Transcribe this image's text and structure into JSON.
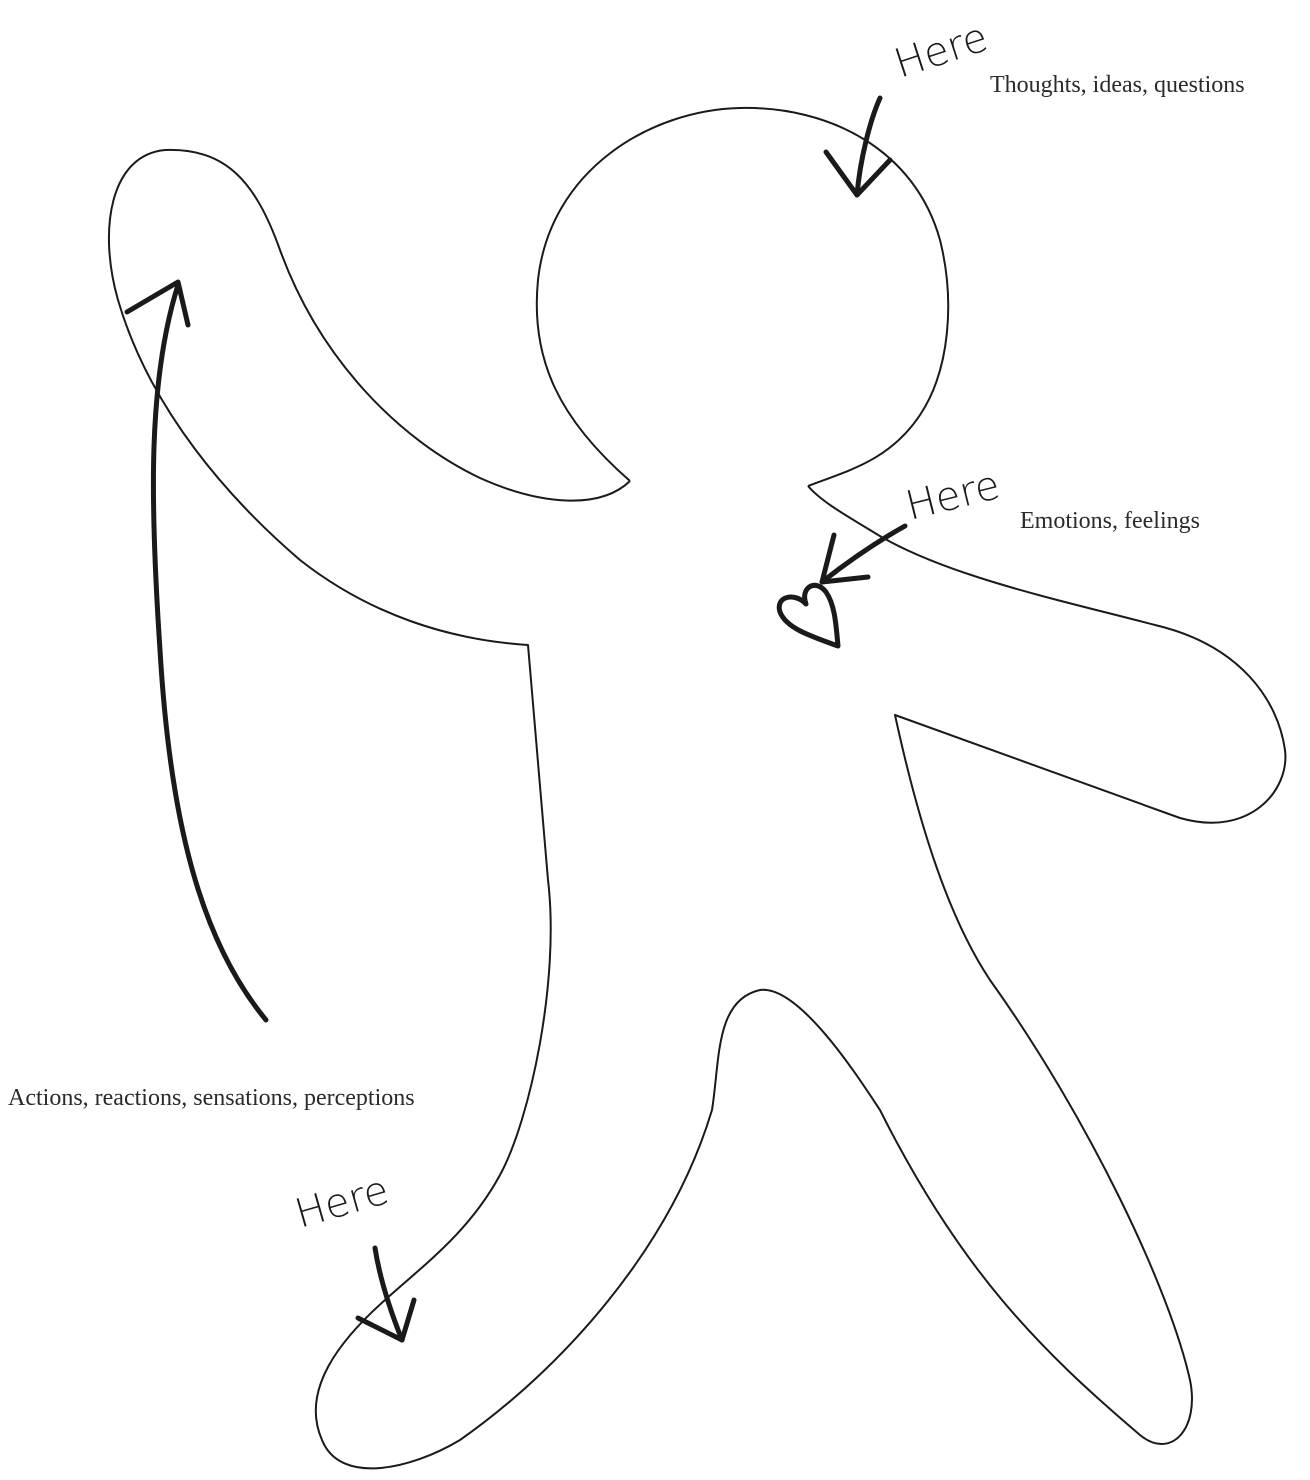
{
  "colors": {
    "outline": "#1a1a1a",
    "background": "#ffffff"
  },
  "annotations": {
    "head": {
      "marker": "Here",
      "description": "Thoughts, ideas, questions"
    },
    "chest": {
      "marker": "Here",
      "description": "Emotions, feelings",
      "icon": "heart-icon"
    },
    "body": {
      "description": "Actions, reactions, sensations, perceptions"
    },
    "leg": {
      "marker": "Here"
    }
  }
}
